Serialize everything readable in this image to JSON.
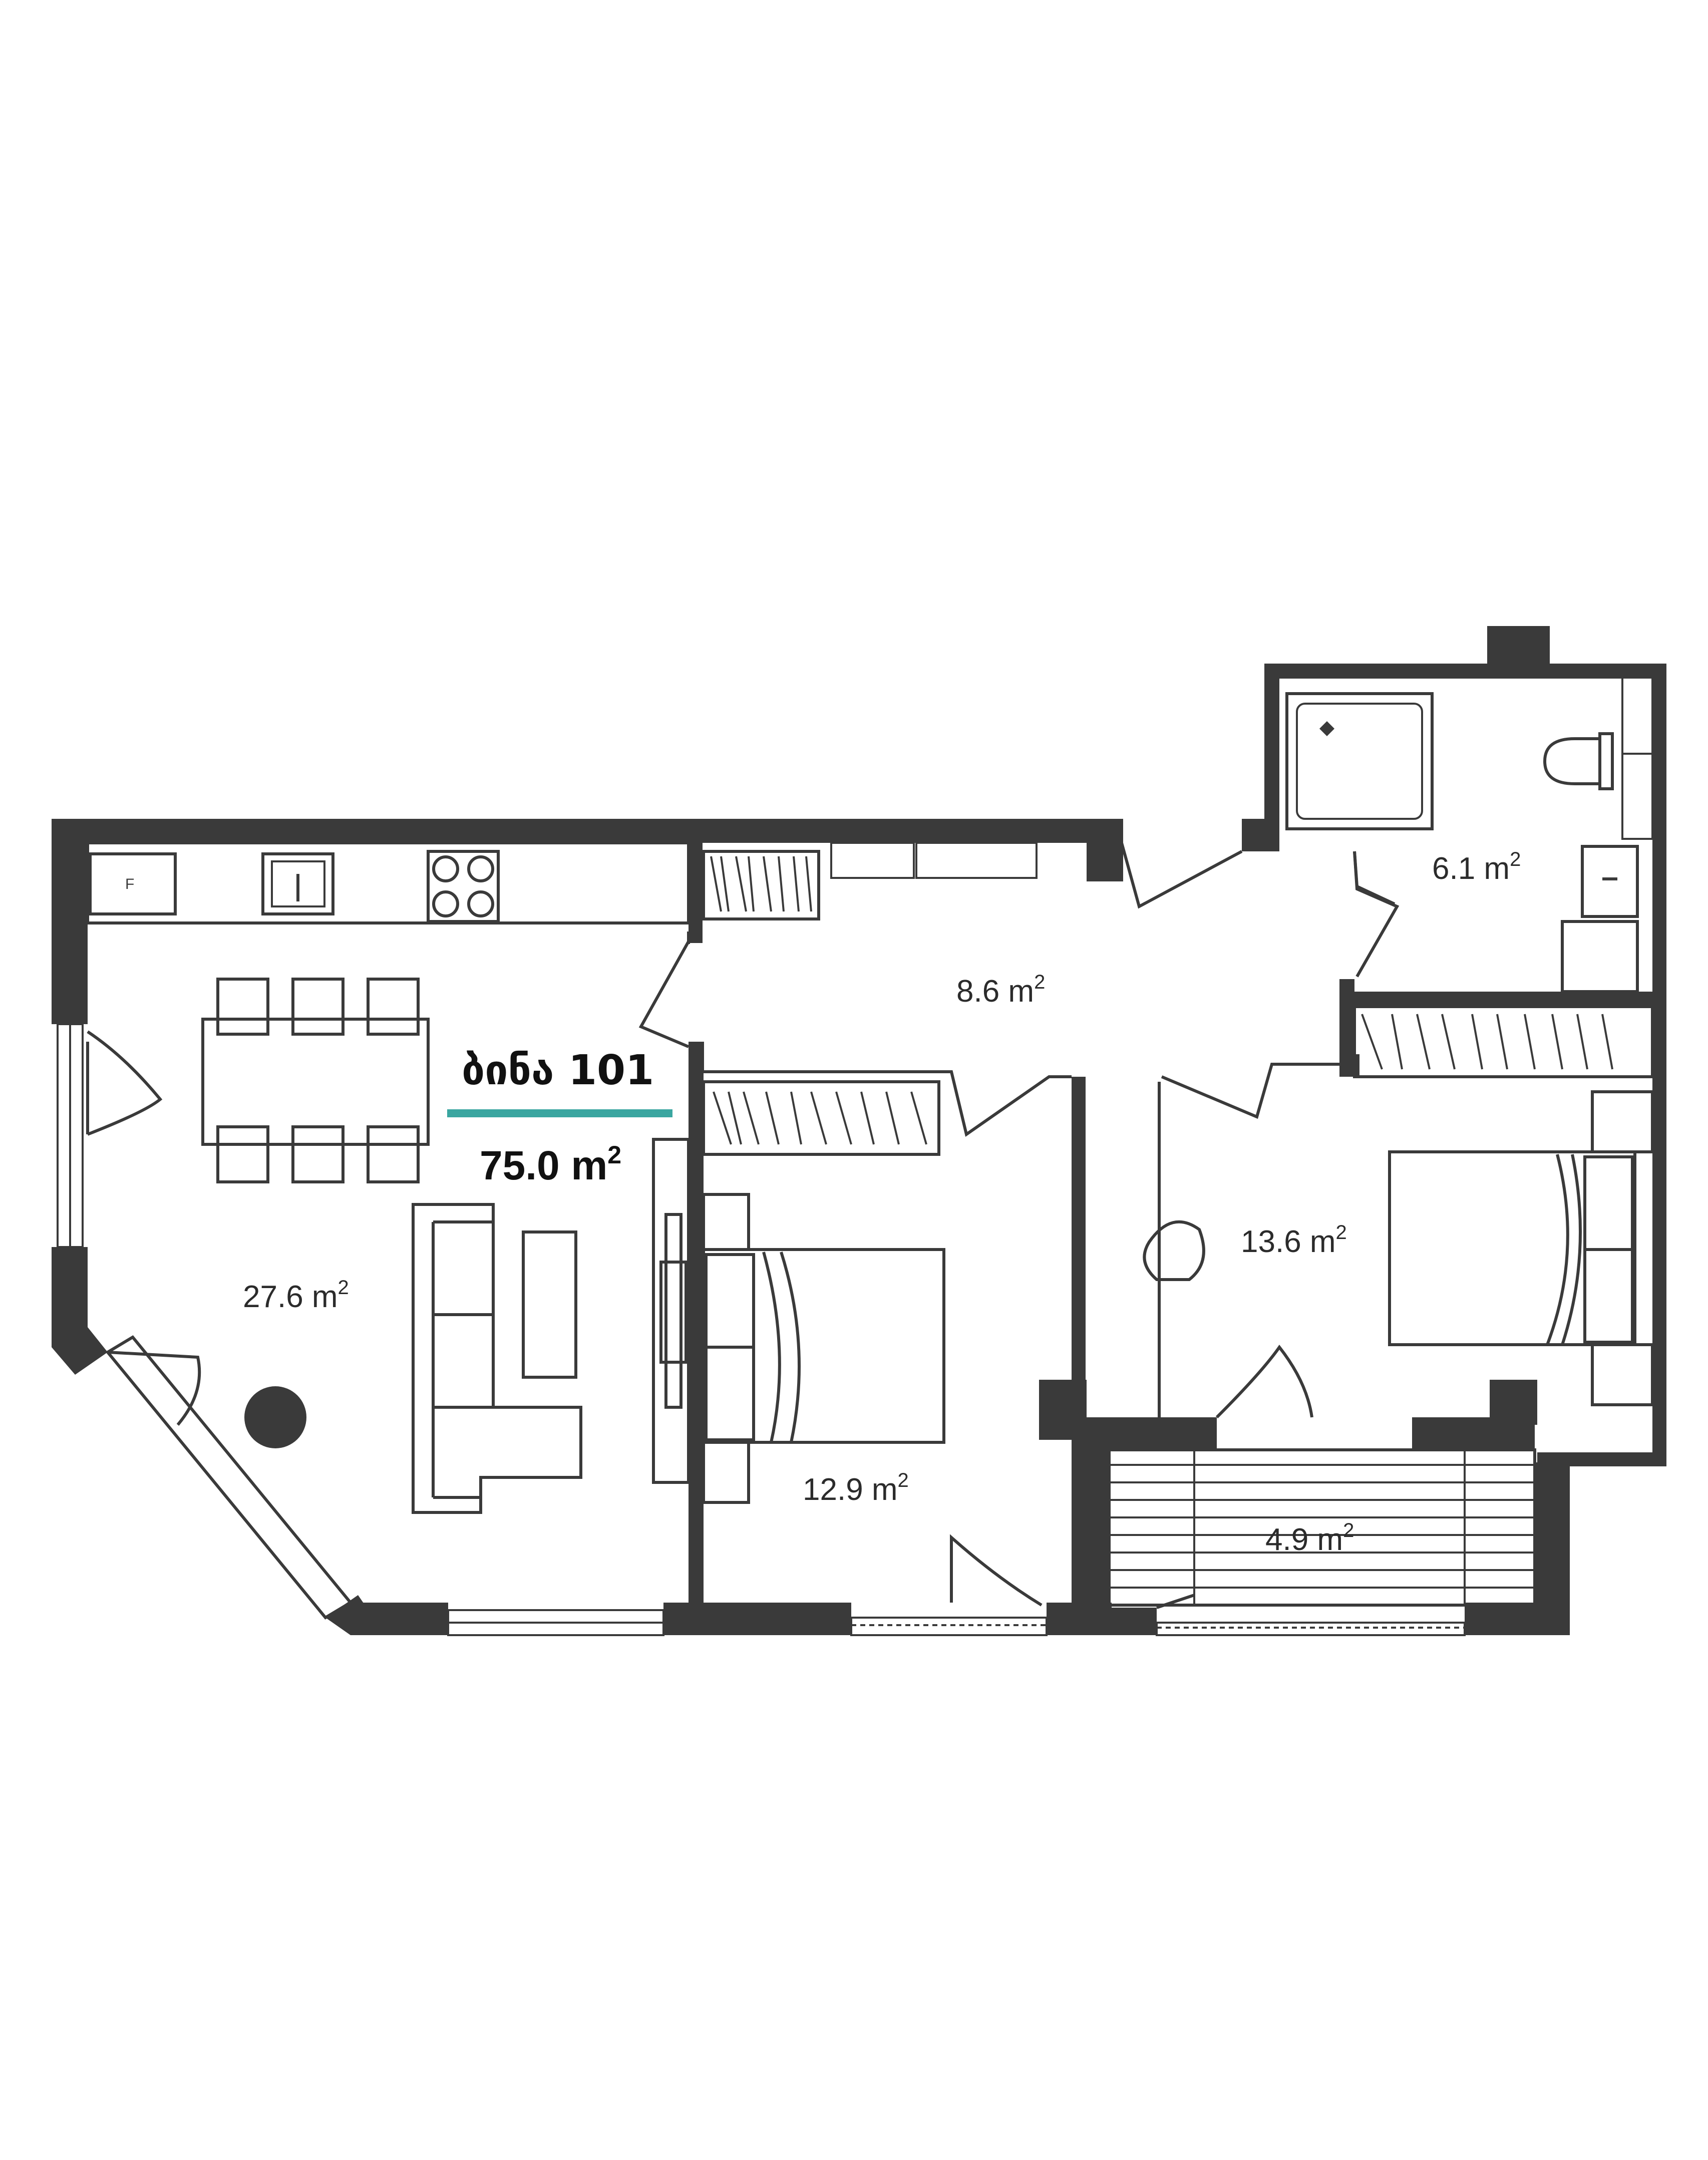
{
  "apartment": {
    "name": "ბინა 101",
    "total_area": "75.0 m",
    "area_unit_sup": "2",
    "accent_color": "#3aa6a0"
  },
  "rooms": [
    {
      "id": "living",
      "area": "27.6 m",
      "sup": "2"
    },
    {
      "id": "hall",
      "area": "8.6 m",
      "sup": "2"
    },
    {
      "id": "bathroom",
      "area": "6.1 m",
      "sup": "2"
    },
    {
      "id": "bedroom-1",
      "area": "12.9 m",
      "sup": "2"
    },
    {
      "id": "bedroom-2",
      "area": "13.6 m",
      "sup": "2"
    },
    {
      "id": "balcony",
      "area": "4.9 m",
      "sup": "2"
    }
  ],
  "colors": {
    "wall": "#3a3a3a",
    "background": "#ffffff"
  }
}
